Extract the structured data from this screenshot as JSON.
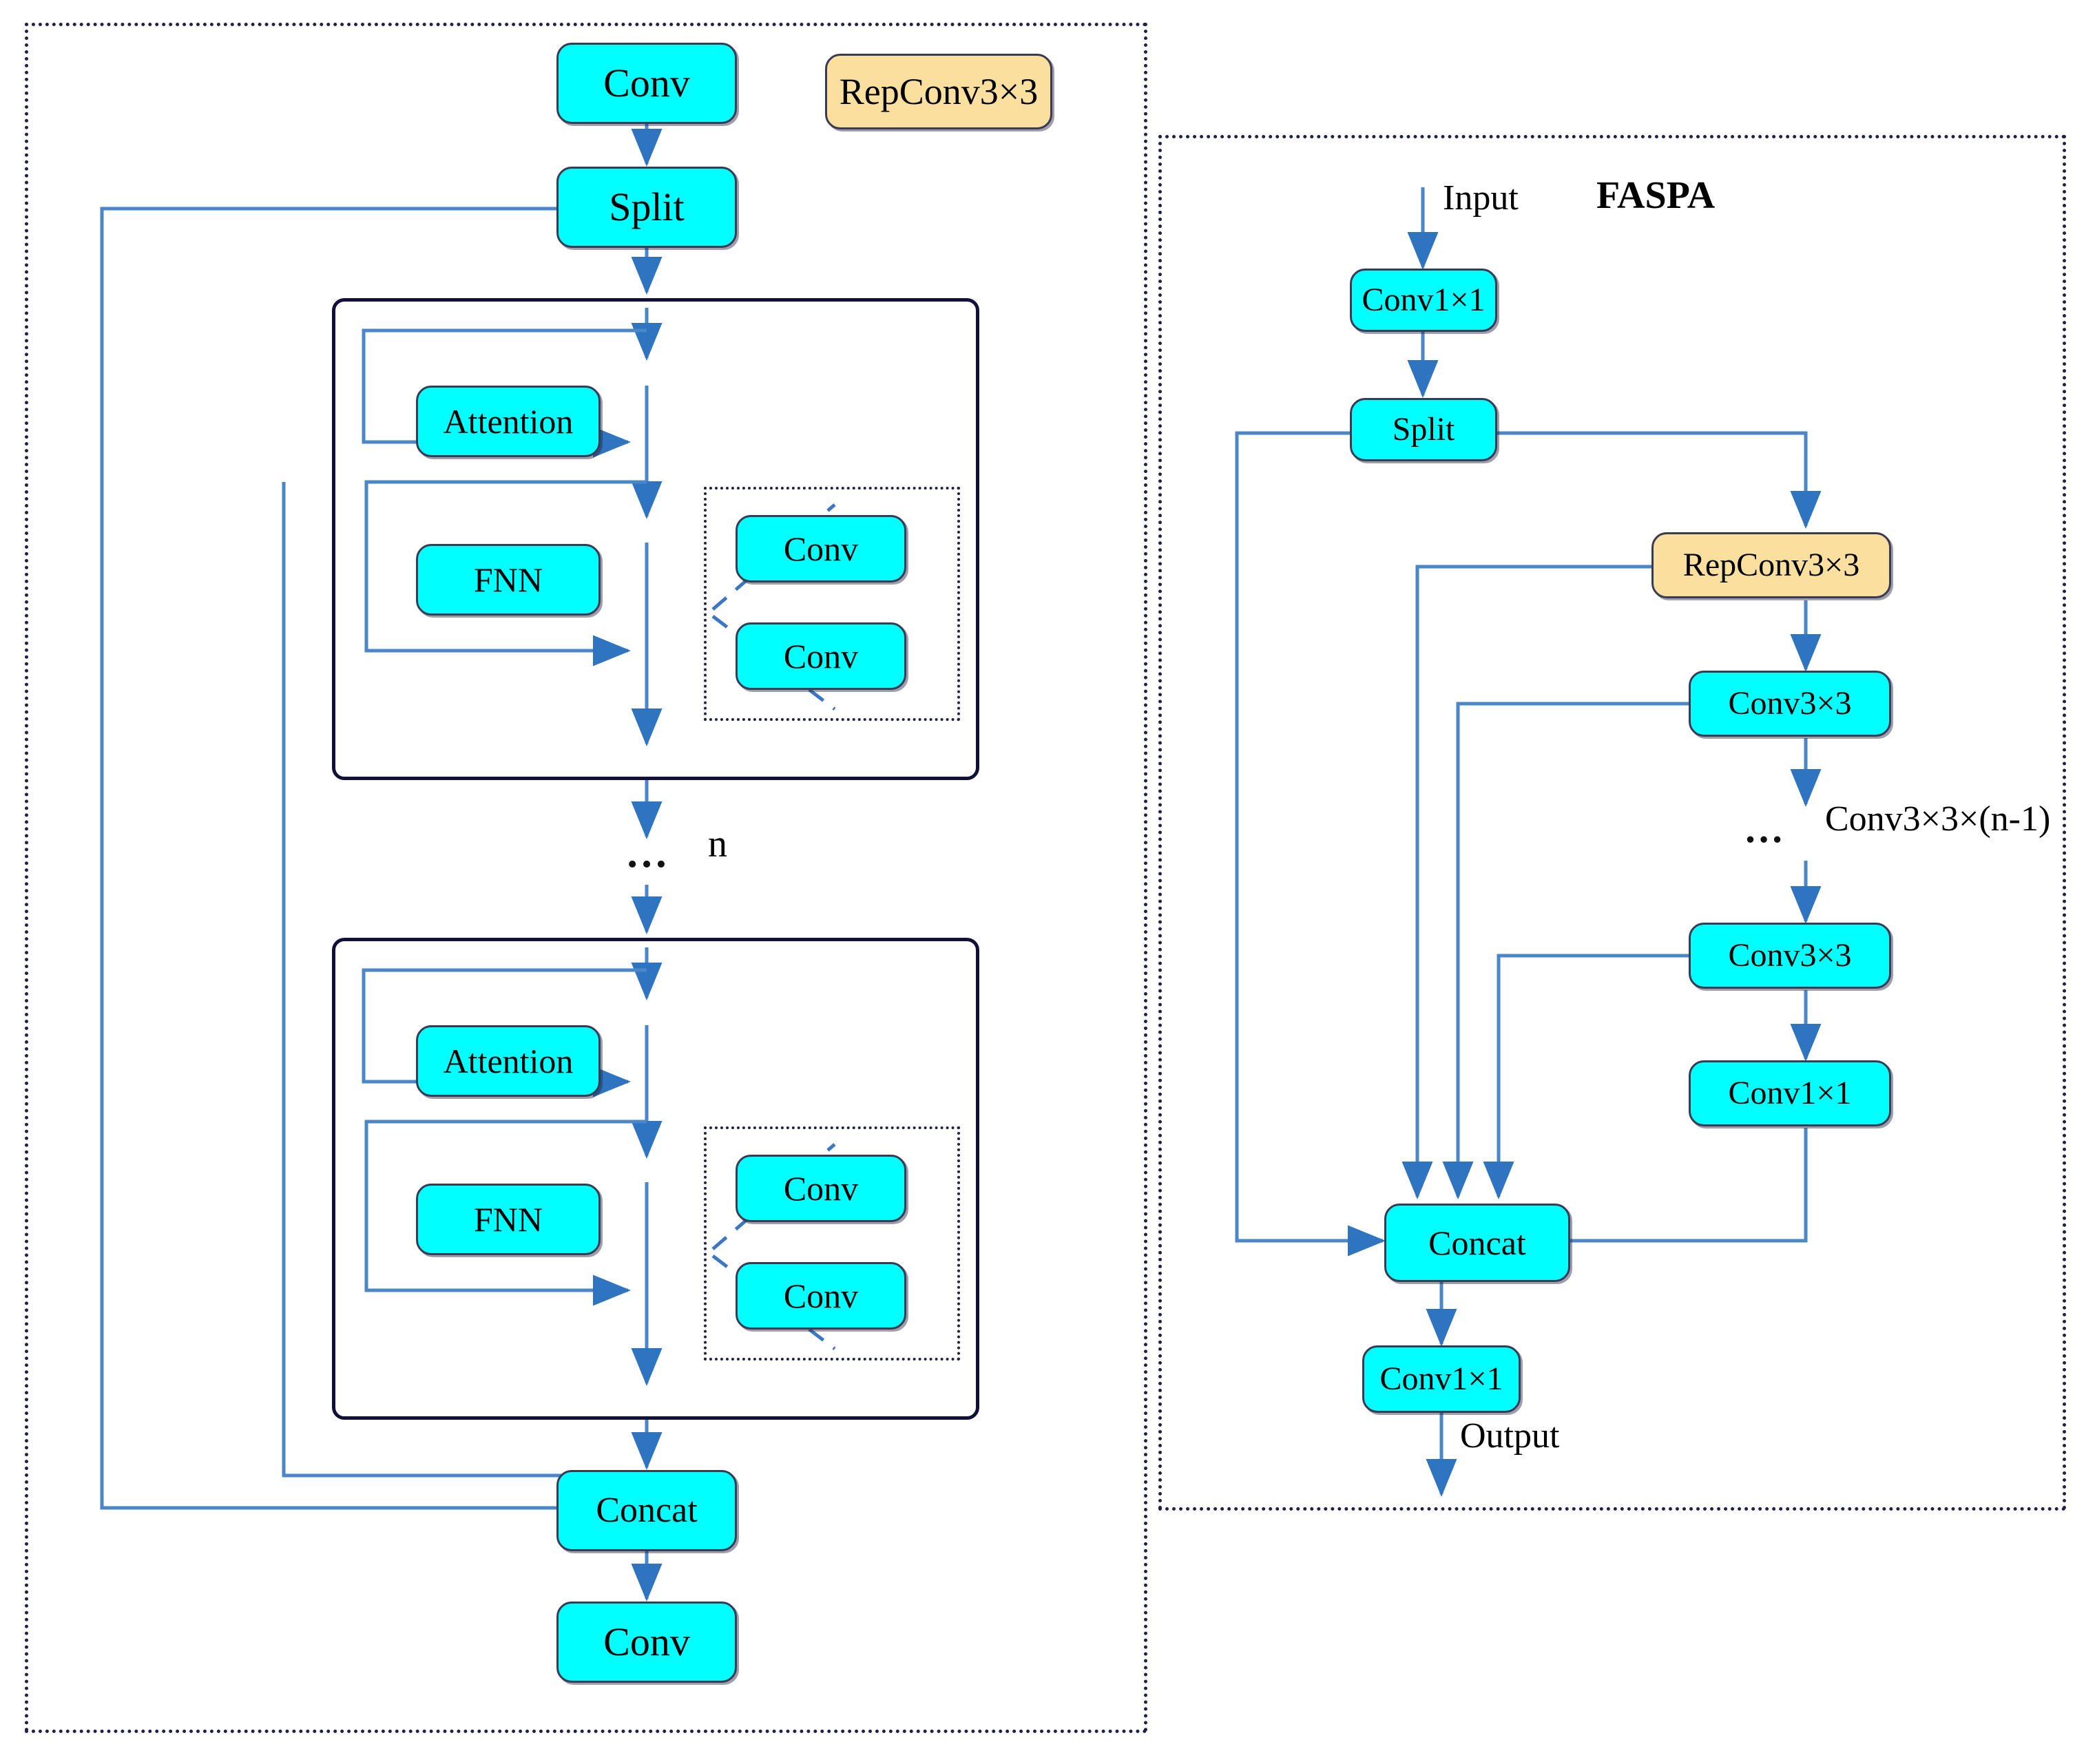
{
  "figure": {
    "left_panel": {
      "name": "transformer-branch-panel",
      "legend": {
        "label": "RepConv3×3",
        "color": "#fadf9e"
      },
      "nodes": {
        "conv_top": "Conv",
        "split": "Split",
        "attention_1": "Attention",
        "fnn_1": "FNN",
        "expand_1_conv_a": "Conv",
        "expand_1_conv_b": "Conv",
        "repeat_marker": "…",
        "repeat_count": "n",
        "attention_2": "Attention",
        "fnn_2": "FNN",
        "expand_2_conv_a": "Conv",
        "expand_2_conv_b": "Conv",
        "concat": "Concat",
        "conv_bottom": "Conv"
      }
    },
    "right_panel": {
      "name": "faspa-panel",
      "title": "FASPA",
      "input_label": "Input",
      "output_label": "Output",
      "nodes": {
        "conv1x1_in": "Conv1×1",
        "split": "Split",
        "repconv3x3": "RepConv3×3",
        "conv3x3_first": "Conv3×3",
        "repeat_marker": "…",
        "repeat_label": "Conv3×3×(n-1)",
        "conv3x3_last": "Conv3×3",
        "conv1x1_mid": "Conv1×1",
        "concat": "Concat",
        "conv1x1_out": "Conv1×1"
      }
    },
    "colors": {
      "node_fill": "#00ffff",
      "highlight_fill": "#fadf9e",
      "node_border": "#3a3a52",
      "arrow": "#3d7fc9",
      "frame": "#20204a",
      "block_frame": "#101038"
    }
  }
}
